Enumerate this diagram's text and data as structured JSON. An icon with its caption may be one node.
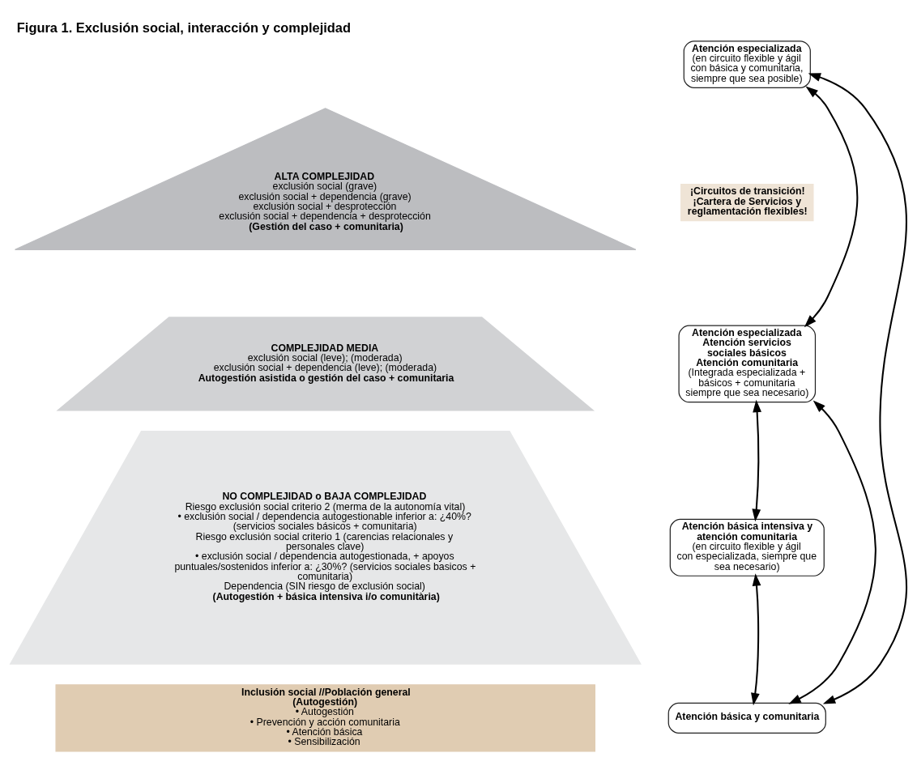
{
  "diagram": {
    "title": "Figura 1. Exclusión social, interacción y complejidad",
    "nodes": [
      {
        "text": [
          "ALTA COMPLEJIDAD",
          "exclusión social (grave)",
          "exclusión social + dependencia (grave)",
          "exclusión social + desprotección",
          "exclusión social + dependencia + desprotección",
          "(Gestión del caso + comunitaria)"
        ]
      },
      {
        "text": [
          "COMPLEJIDAD MEDIA",
          "exclusión social (leve); (moderada)",
          "exclusión social + dependencia (leve); (moderada)",
          "Autogestión asistida o gestión del caso + comunitaria"
        ]
      },
      {
        "text": [
          "NO COMPLEJIDAD o BAJA COMPLEJIDAD",
          "Riesgo exclusión social criterio 2 (merma de la autonomía vital)",
          "• exclusión social / dependencia autogestionable inferior a: ¿40%? (servicios sociales básicos + comunitaria)",
          "Riesgo exclusión social criterio 1 (carencias relacionales y personales clave)",
          "• exclusión social / dependencia autogestionada, + apoyos puntuales/sostenidos inferior a: ¿30%? (servicios sociales basicos + comunitaria)",
          "Dependencia (SIN riesgo de exclusión social)",
          "(Autogestión + básica intensiva i/o comunitària)"
        ]
      },
      {
        "text": [
          "Inclusión social //Población general",
          "(Autogestión)",
          "• Autogestión",
          "• Prevención y acción comunitaria",
          "• Atención básica",
          "• Sensibilización"
        ]
      },
      {
        "text": [
          "Atención especializada",
          "(en circuito flexible y ágil con básica y comunitaria, siempre que sea posible)"
        ]
      },
      {
        "text": [
          "¡Circuitos de transición!",
          "¡Cartera de Servicios y reglamentación flexibles!"
        ]
      },
      {
        "text": [
          "Atención especializada",
          "Atención servicios sociales básicos",
          "Atención comunitaria",
          "(Integrada especializada + básicos + comunitaria siempre que sea necesario)"
        ]
      },
      {
        "text": [
          "Atención básica intensiva y atención comunitaria",
          "(en circuito flexible y ágil con especializada, siempre que sea necesario)"
        ]
      },
      {
        "text": [
          "Atención básica y comunitaria"
        ]
      }
    ],
    "edges": [
      {
        "from": 4,
        "to": 6,
        "arrow": "both"
      },
      {
        "from": 6,
        "to": 7,
        "arrow": "both"
      },
      {
        "from": 7,
        "to": 8,
        "arrow": "both"
      },
      {
        "from": 6,
        "to": 8,
        "arrow": "both"
      },
      {
        "from": 4,
        "to": 8,
        "arrow": "both"
      }
    ]
  }
}
